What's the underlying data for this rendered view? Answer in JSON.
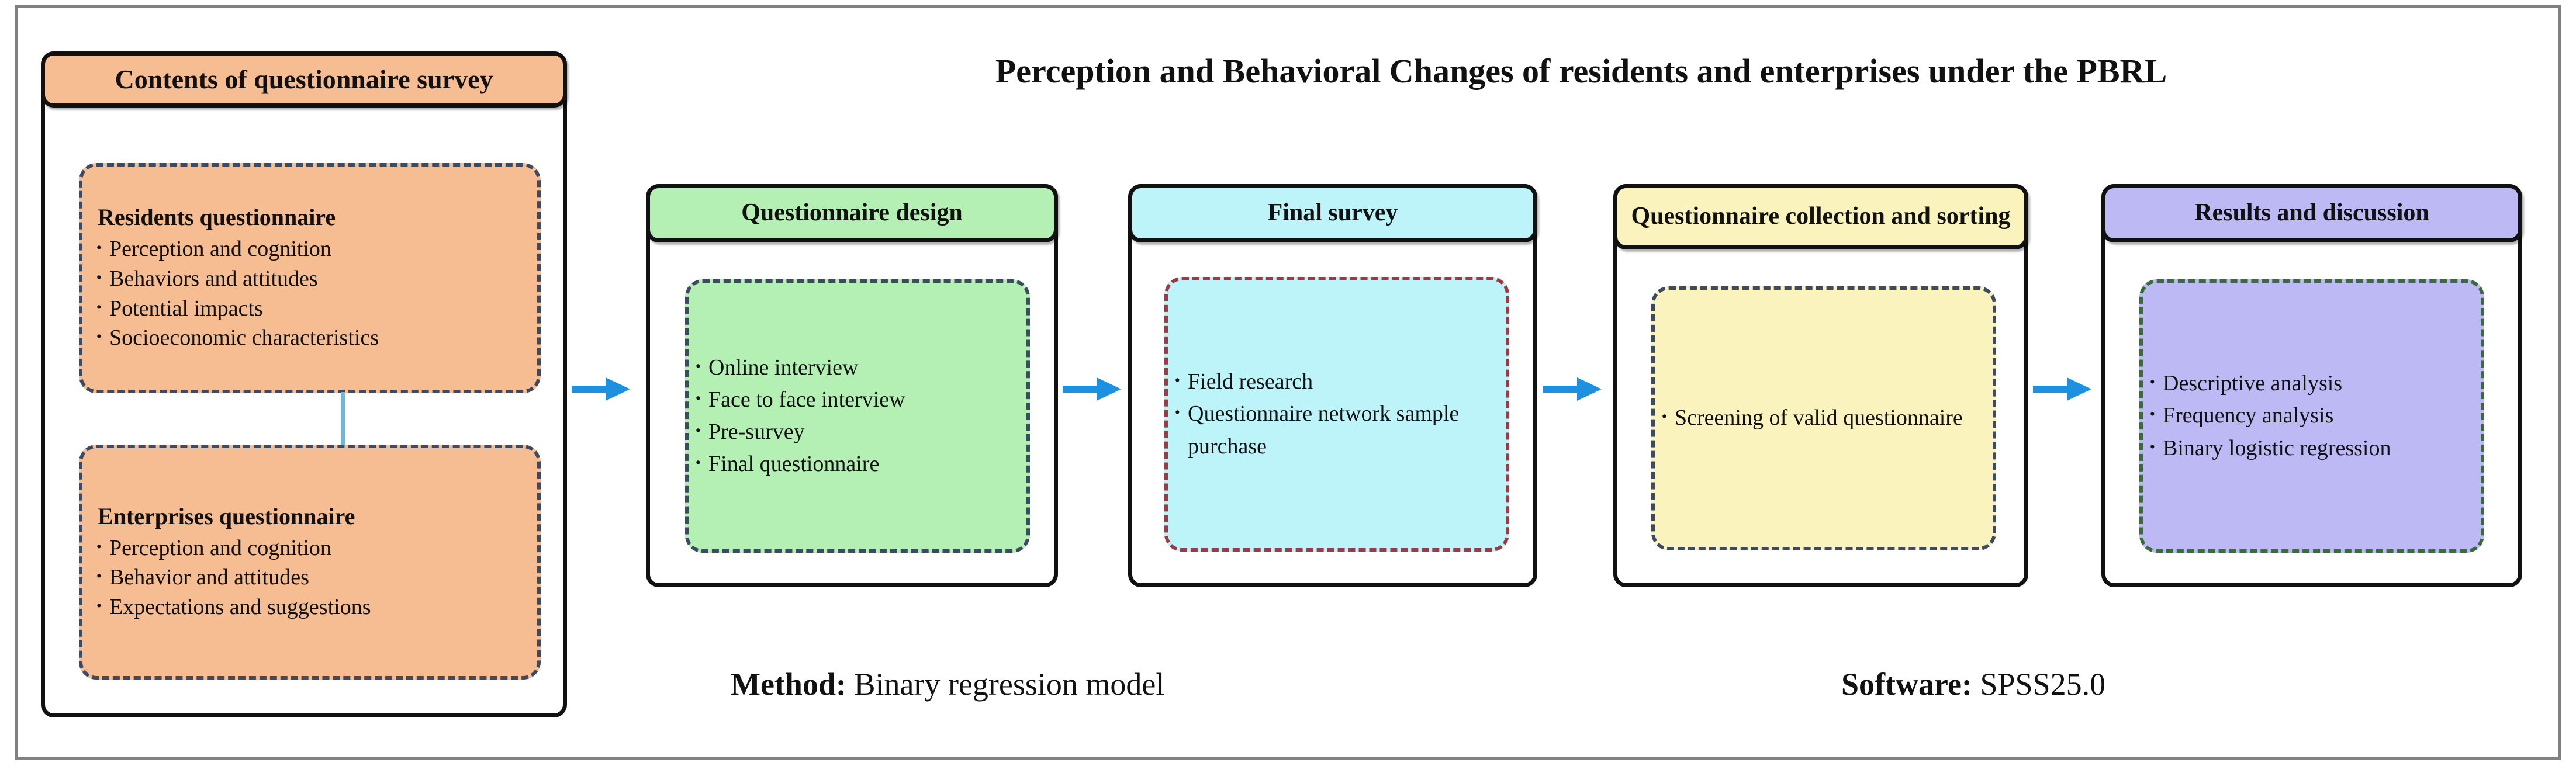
{
  "title": "Perception and Behavioral Changes of residents and enterprises under the PBRL",
  "colors": {
    "orange": "#F6BC92",
    "green": "#B4F0B4",
    "cyan": "#BDF4FA",
    "yellow": "#FAF3BE",
    "purple": "#BDB9F5",
    "arrow_blue": "#1E90E0",
    "connector_blue": "#6FB7DC",
    "frame_gray": "#808080",
    "dash_navy": "#3D4A63",
    "dash_maroon": "#9B3B46",
    "dash_green": "#3A6B3A",
    "outline_black": "#111111"
  },
  "left_panel": {
    "header": "Contents of questionnaire survey",
    "groups": [
      {
        "title": "Residents questionnaire",
        "items": [
          "Perception and cognition",
          "Behaviors and attitudes",
          "Potential impacts",
          "Socioeconomic characteristics"
        ]
      },
      {
        "title": "Enterprises questionnaire",
        "items": [
          "Perception and cognition",
          "Behavior and attitudes",
          "Expectations and suggestions"
        ]
      }
    ]
  },
  "stages": [
    {
      "header": "Questionnaire design",
      "items": [
        "Online interview",
        "Face to face interview",
        "Pre-survey",
        "Final questionnaire"
      ]
    },
    {
      "header": "Final survey",
      "items": [
        "Field research",
        "Questionnaire network sample purchase"
      ]
    },
    {
      "header": "Questionnaire collection and sorting",
      "items": [
        "Screening of valid questionnaire"
      ]
    },
    {
      "header": "Results and discussion",
      "items": [
        "Descriptive analysis",
        "Frequency analysis",
        "Binary logistic regression"
      ]
    }
  ],
  "footer": {
    "method_label": "Method:",
    "method_value": " Binary regression model",
    "software_label": "Software:",
    "software_value": " SPSS25.0"
  }
}
